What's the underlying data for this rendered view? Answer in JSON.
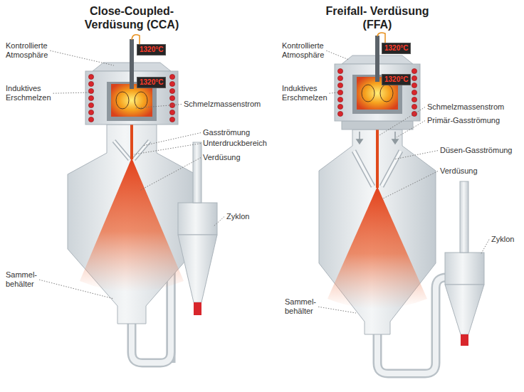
{
  "diagram": {
    "nodes": [
      {
        "text": [
          "1320°C"
        ]
      },
      {
        "text": [
          "1320°C"
        ]
      },
      {
        "text": [
          "1320°C"
        ]
      },
      {
        "text": [
          "1320°C"
        ]
      }
    ],
    "labels": [
      "Close-Coupled- Verdüsung (CCA)",
      "Freifall- Verdüsung (FFA)",
      "Kontrollierte Atmosphäre",
      "Induktives Erschmelzen",
      "Schmelzmassenstrom",
      "Gasströmung",
      "Unterdruckbereich",
      "Verdüsung",
      "Zyklon",
      "Sammel- behälter",
      "Kontrollierte Atmosphäre",
      "Induktives Erschmelzen",
      "Schmelzmassenstrom",
      "Primär-Gasströmung",
      "Düsen-Gasströmung",
      "Verdüsung",
      "Zyklon",
      "Sammel- behälter"
    ]
  }
}
